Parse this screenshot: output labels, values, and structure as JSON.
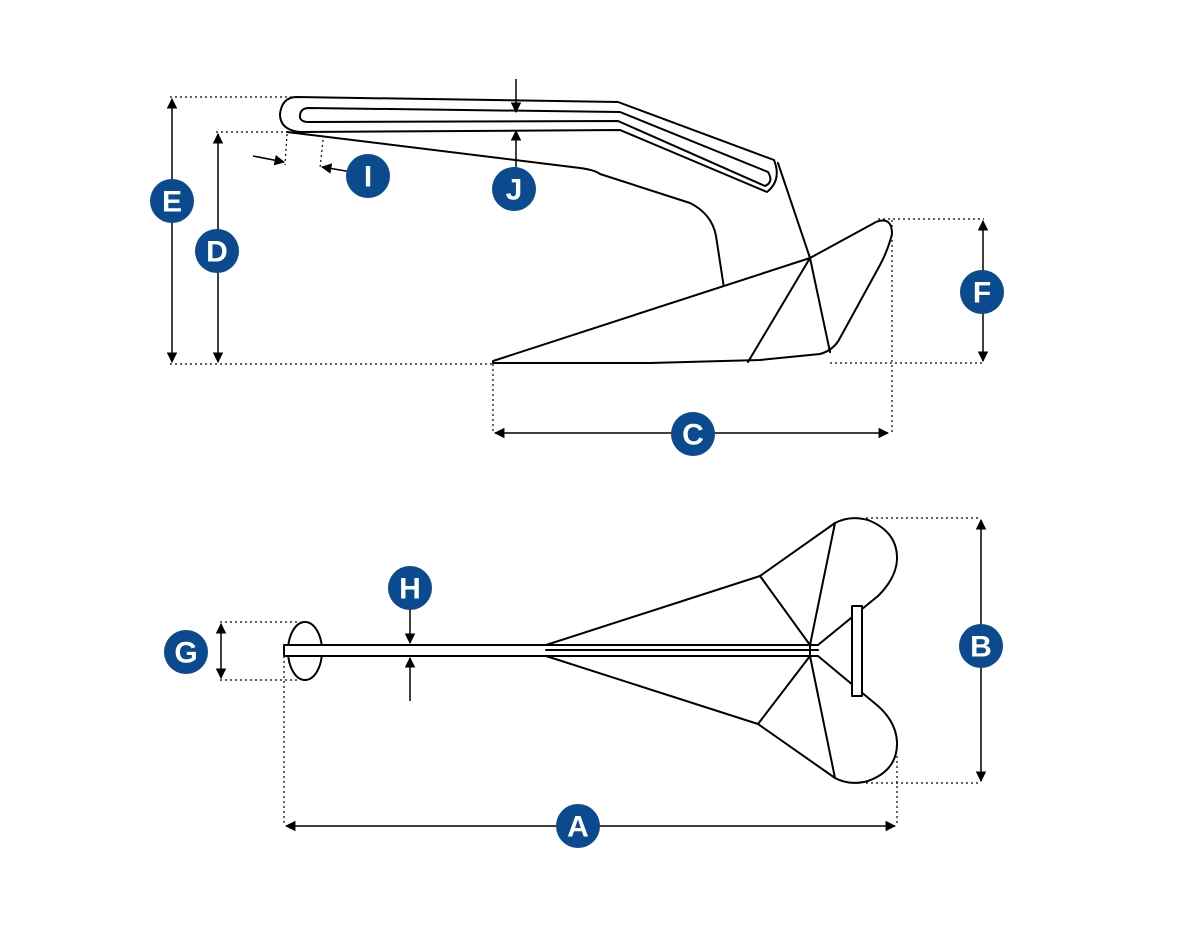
{
  "colors": {
    "badge": "#0b4a8f",
    "line": "#000000",
    "background": "#ffffff"
  },
  "labels": {
    "A": "A",
    "B": "B",
    "C": "C",
    "D": "D",
    "E": "E",
    "F": "F",
    "G": "G",
    "H": "H",
    "I": "I",
    "J": "J"
  }
}
